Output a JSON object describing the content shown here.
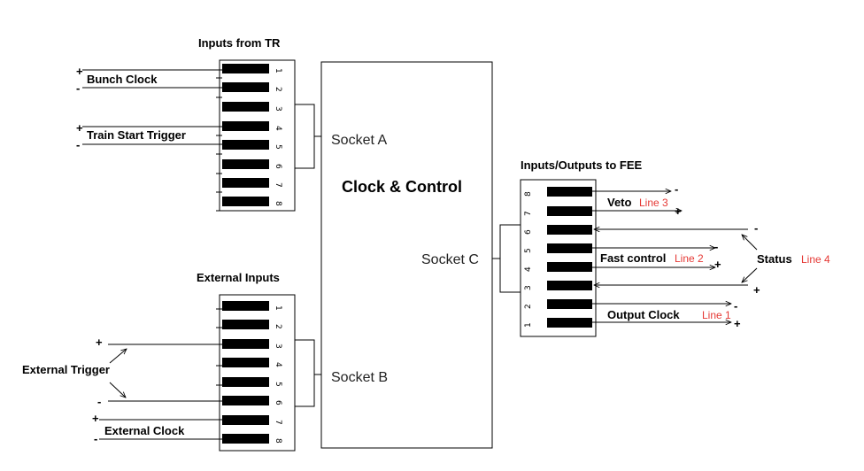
{
  "colors": {
    "ink": "#000000",
    "line_label": "#e53935",
    "background": "#ffffff"
  },
  "block": {
    "title": "Clock & Control"
  },
  "sockets": {
    "a": "Socket A",
    "b": "Socket B",
    "c": "Socket C"
  },
  "connectors": {
    "tr": {
      "heading": "Inputs from TR",
      "pins": [
        "1",
        "2",
        "3",
        "4",
        "5",
        "6",
        "7",
        "8"
      ]
    },
    "ext": {
      "heading": "External Inputs",
      "pins": [
        "1",
        "2",
        "3",
        "4",
        "5",
        "6",
        "7",
        "8"
      ]
    },
    "fee": {
      "heading": "Inputs/Outputs to FEE",
      "pins": [
        "8",
        "7",
        "6",
        "5",
        "4",
        "3",
        "2",
        "1"
      ]
    }
  },
  "signals": {
    "bunch_clock": "Bunch Clock",
    "train_start": "Train Start Trigger",
    "external_trigger": "External Trigger",
    "external_clock": "External Clock",
    "veto": "Veto",
    "fast_control": "Fast control",
    "status": "Status",
    "output_clock": "Output Clock"
  },
  "line_labels": {
    "veto": "Line 3",
    "fast_control": "Line 2",
    "status": "Line 4",
    "output_clock": "Line 1"
  },
  "signs": {
    "plus": "+",
    "minus": "-"
  }
}
